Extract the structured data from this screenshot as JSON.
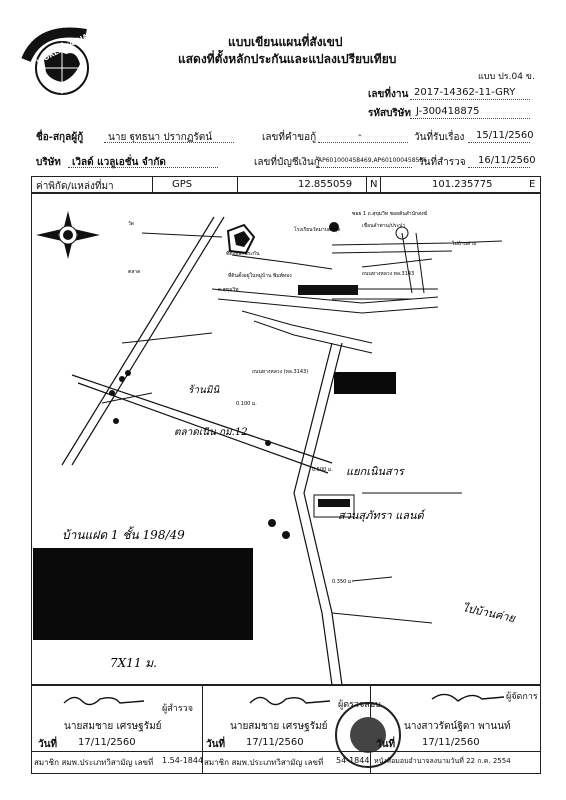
{
  "header": {
    "title": "แบบเขียนแผนที่สังเขป",
    "subtitle": "แสดงที่ตั้งหลักประกันและแปลงเปรียบเทียบ",
    "form_code": "แบบ ปร.04 ข.",
    "logo_text": "WORLD VALUATION"
  },
  "info": {
    "job_no_label": "เลขที่งาน",
    "job_no": "2017-14362-11-GRY",
    "company_code_label": "รหัสบริษัท",
    "company_code": "J-300418875",
    "borrower_label": "ชื่อ-สกุลผู้กู้",
    "borrower": "นาย ฐุทธนา ปรากฏรัตน์",
    "request_no_label": "เลขที่คำขอกู้",
    "request_no": "-",
    "received_label": "วันที่รับเรื่อง",
    "received": "15/11/2560",
    "company_label": "บริษัท",
    "company": "เวิลด์ แวลูเอชั่น จำกัด",
    "account_label": "เลขที่บัญชีเงินกู้",
    "account": "AP601000458469,AP601000458586",
    "survey_date_label": "วันที่สำรวจ",
    "survey_date": "16/11/2560"
  },
  "coords": {
    "label": "ค่าพิกัด/แหล่งที่มา",
    "source": "GPS",
    "lat": "12.855059",
    "n": "N",
    "lon": "101.235775",
    "e": "E"
  },
  "map": {
    "top_label_1": "ซอย 1 ถ.สุขุมวิท ซอยต้นสำนักสงฆ์",
    "top_label_2": "เขื่อนลำพาน/ประปา",
    "label_right_top": "ไปบ้านค่าย",
    "label_school": "โรงเรียนวัดมาบตาพุด",
    "label_village": "ที่ดินตั้งอยู่ในหมู่บ้าน พิมพ์ทอง",
    "label_sec": "ถ.สุขุมวิท",
    "road_1": "ถนนทางหลวง ทล.3143",
    "road_2": "ถนนทางหลวง (ทล.3143)",
    "hand_1": "ร้านมินิ",
    "hand_2": "ตลาดเนิน กม.12",
    "hand_3": "แยกเนินสาร",
    "hand_4": "สวนสุภัทรา แลนด์",
    "hand_5": "ไปบ้านค่าย",
    "hand_6": "บ้านแฝด 1 ชั้น 198/49",
    "hand_7": "7X11 ม.",
    "label_subject": "ที่ตั้งหลักประกัน",
    "label_temple": "วัด",
    "label_market": "ตลาด",
    "km_1": "0.100 ม.",
    "km_2": "0.500 ม.",
    "km_3": "0.350 ม."
  },
  "signatures": {
    "col1_role": "ผู้สำรวจ",
    "col1_name": "นายสมชาย เศรษฐรัมย์",
    "col1_date_label": "วันที่",
    "col1_date": "17/11/2560",
    "col2_role": "ผู้ตรวจสอบ",
    "col2_name": "นายสมชาย เศรษฐรัมย์",
    "col2_date_label": "วันที่",
    "col2_date": "17/11/2560",
    "col3_role": "ผู้จัดการ",
    "col3_name": "นางสาวรัตน์ฐิดา พานนท์",
    "col3_date_label": "วันที่",
    "col3_date": "17/11/2560",
    "foot_1": "สมาชิก สมพ.ประเภทวิสามัญ เลขที่",
    "foot_1_no": "1.54-1844",
    "foot_2": "สมาชิก สมพ.ประเภทวิสามัญ เลขที่",
    "foot_2_no": "54-1844",
    "foot_3": "หนังสือมอบอำนาจลงนามวันที่ 22 ก.ค. 2554"
  }
}
